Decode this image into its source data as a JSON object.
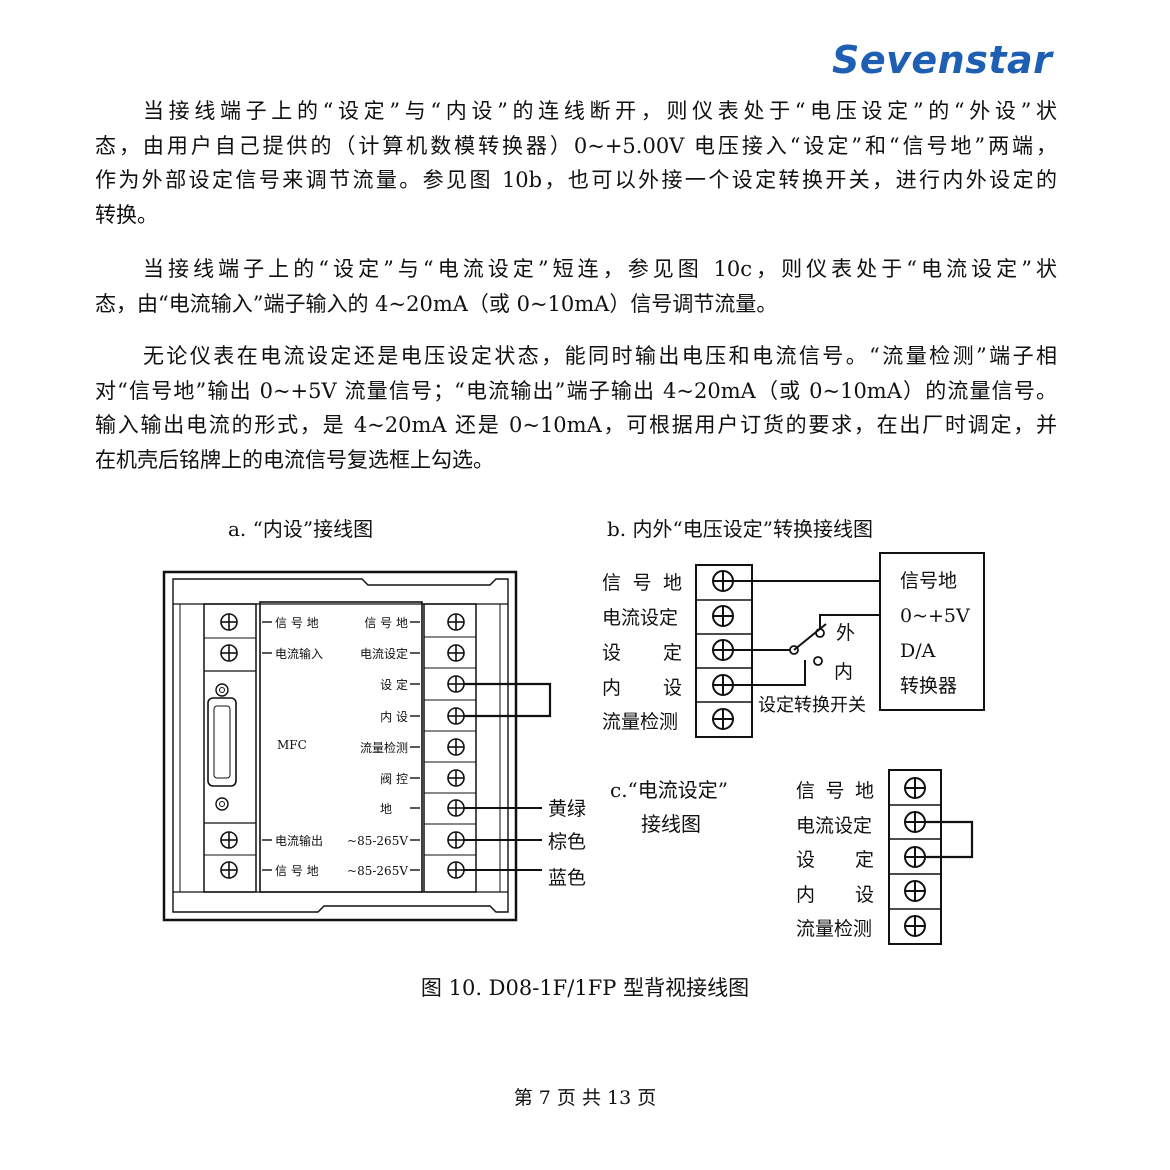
{
  "header": {
    "logo": "Sevenstar"
  },
  "paragraphs": [
    {
      "lines": [
        "当接线端子上的“设定”与“内设”的连线断开，则仪表处于“电压设定”的“外设”状",
        "态，由用户自己提供的（计算机数模转换器）0~+5.00V 电压接入“设定”和“信号地”两端，",
        "作为外部设定信号来调节流量。参见图 10b，也可以外接一个设定转换开关，进行内外设定的",
        "转换。"
      ]
    },
    {
      "lines": [
        "当接线端子上的“设定”与“电流设定”短连，参见图 10c，则仪表处于“电流设定”状",
        "态，由“电流输入”端子输入的 4~20mA（或 0~10mA）信号调节流量。"
      ]
    },
    {
      "lines": [
        "无论仪表在电流设定还是电压设定状态，能同时输出电压和电流信号。“流量检测”端子相",
        "对“信号地”输出 0~+5V 流量信号；“电流输出”端子输出 4~20mA（或 0~10mA）的流量信号。",
        "输入输出电流的形式，是 4~20mA 还是 0~10mA，可根据用户订货的要求，在出厂时调定，并",
        "在机壳后铭牌上的电流信号复选框上勾选。"
      ]
    }
  ],
  "figure": {
    "caption_a": "a. “内设”接线图",
    "caption_b": "b. 内外“电压设定”转换接线图",
    "caption_c_line1": "c.“电流设定”",
    "caption_c_line2": "接线图",
    "a": {
      "left_labels": [
        "信 号 地",
        "电流输入",
        "电流输出",
        "信 号 地"
      ],
      "center_label": "MFC",
      "right_labels": [
        "信 号 地",
        "电流设定",
        "设 定",
        "内 设",
        "流量检测",
        "阀 控",
        "地",
        "~85-265V",
        "~85-265V"
      ],
      "wire_labels": [
        "黄绿",
        "棕色",
        "蓝色"
      ]
    },
    "b": {
      "terminal_labels": [
        "信 号 地",
        "电流设定",
        "设 定",
        "内 设",
        "流量检测"
      ],
      "converter_labels": [
        "信号地",
        "0~+5V",
        "D/A",
        "转换器"
      ],
      "switch_labels": [
        "外",
        "内"
      ],
      "switch_caption": "设定转换开关"
    },
    "c": {
      "terminal_labels": [
        "信 号 地",
        "电流设定",
        "设 定",
        "内 设",
        "流量检测"
      ]
    },
    "title": "图 10.  D08-1F/1FP 型背视接线图"
  },
  "footer": {
    "page": "第 7 页 共 13 页"
  }
}
